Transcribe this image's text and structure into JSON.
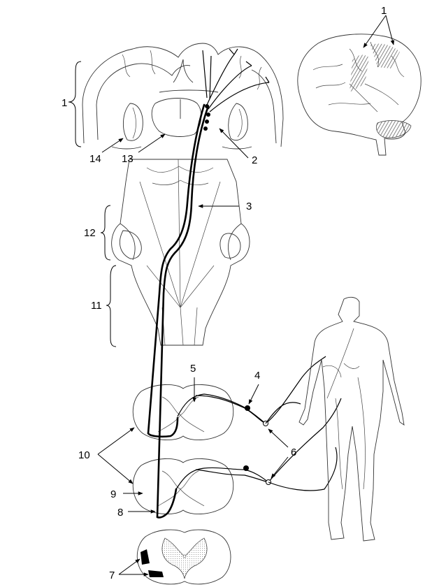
{
  "labels": {
    "n1_brain": "1",
    "n1_inset": "1",
    "n2": "2",
    "n3": "3",
    "n4": "4",
    "n5": "5",
    "n6": "6",
    "n7": "7",
    "n8": "8",
    "n9": "9",
    "n10": "10",
    "n11": "11",
    "n12": "12",
    "n13": "13",
    "n14": "14"
  },
  "colors": {
    "line": "#000000",
    "outline": "#333333",
    "background": "#ffffff"
  }
}
